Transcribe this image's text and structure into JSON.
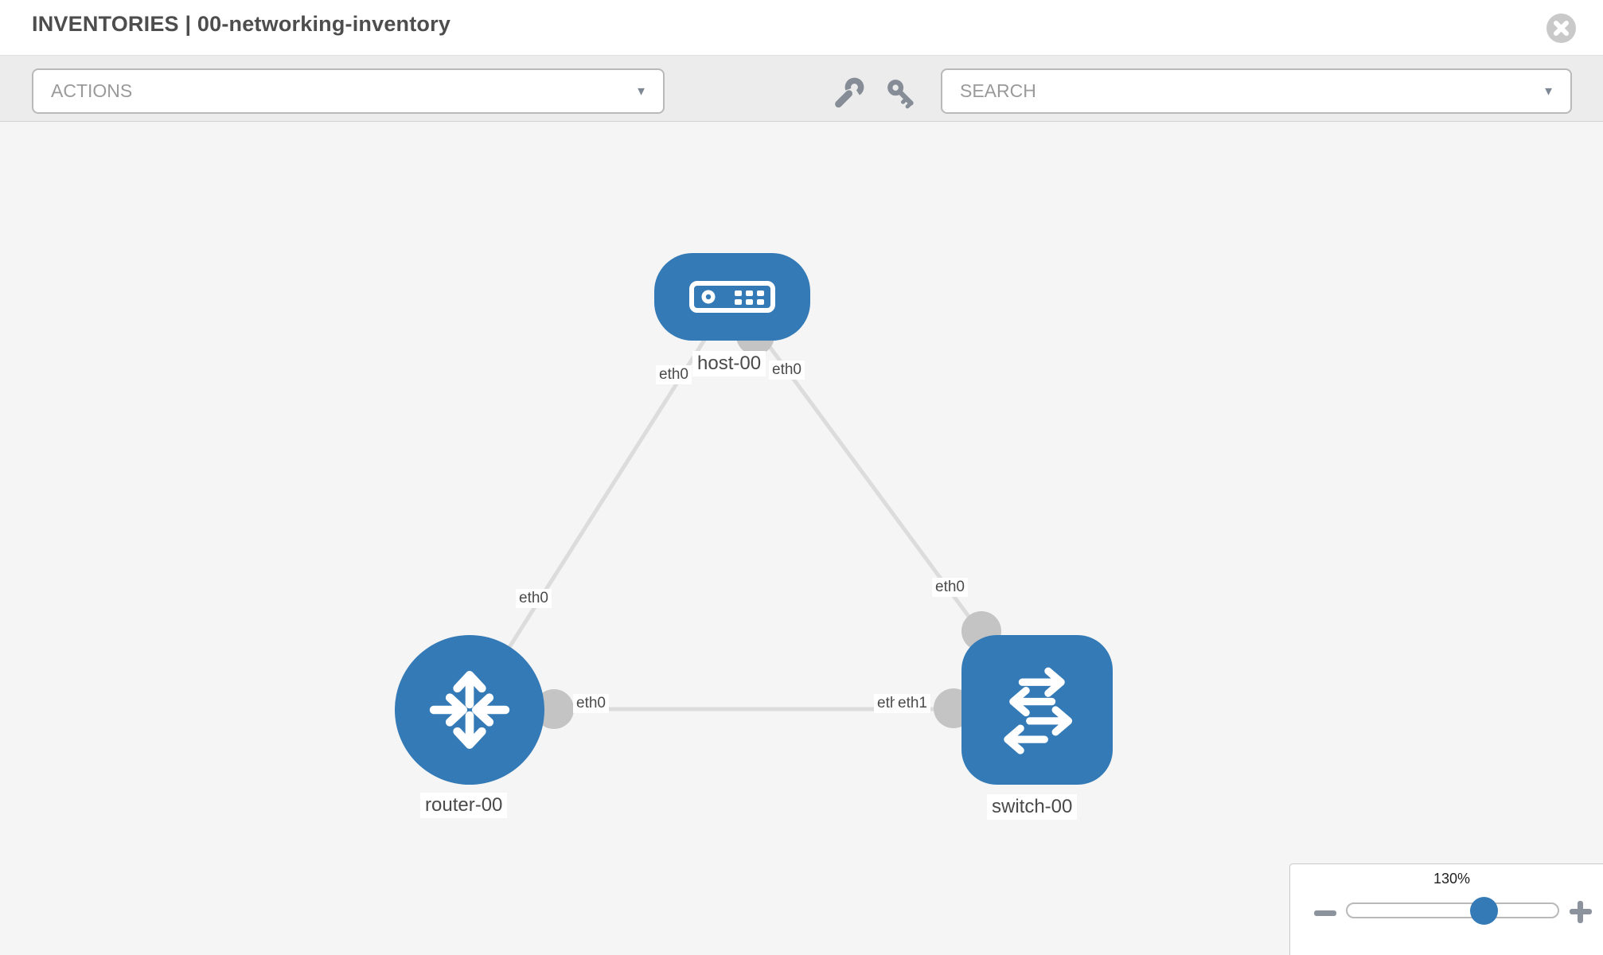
{
  "header": {
    "title": "INVENTORIES | 00-networking-inventory"
  },
  "toolbar": {
    "actions_label": "ACTIONS",
    "search_label": "SEARCH",
    "icons": [
      "wrench-icon",
      "key-icon"
    ]
  },
  "topology": {
    "nodes": [
      {
        "label": "host-00",
        "type": "host",
        "icon": "host-icon"
      },
      {
        "label": "router-00",
        "type": "router",
        "icon": "router-icon"
      },
      {
        "label": "switch-00",
        "type": "switch",
        "icon": "switch-icon"
      }
    ],
    "links": [
      {
        "from": "host-00",
        "to": "router-00"
      },
      {
        "from": "host-00",
        "to": "switch-00"
      },
      {
        "from": "router-00",
        "to": "switch-00"
      }
    ],
    "interfaces": {
      "host_left": "eth0",
      "host_right": "eth0",
      "host_router_link": "eth0",
      "host_switch_link": "eth0",
      "router_end": "eth0",
      "switch_end_back": "eth0",
      "switch_end_front": "eth1"
    }
  },
  "zoom_control": {
    "level": "130%"
  },
  "colors": {
    "node_blue": "#337ab7",
    "connector_gray": "#c4c4c4",
    "link_gray": "#dcdcdc",
    "toolbar_bg": "#ececec",
    "canvas_bg": "#f5f5f5",
    "label_text": "#4a4a4a"
  }
}
